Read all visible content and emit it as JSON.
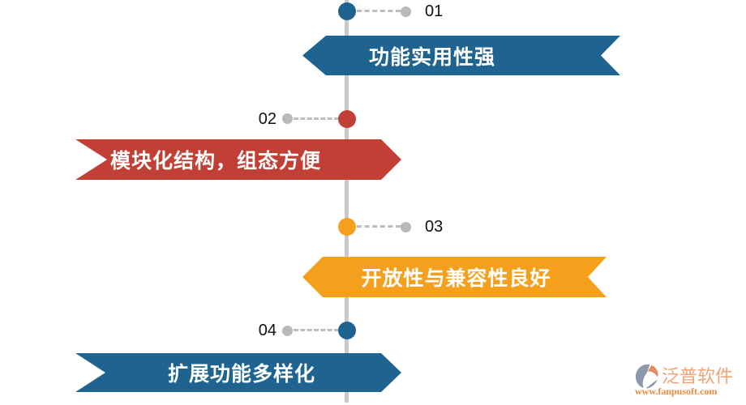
{
  "palette": {
    "blue": "#1f6391",
    "red": "#c13f35",
    "orange": "#f5a01d",
    "spine_gray": "#c9c9c9",
    "dot_gray": "#b9b9b9",
    "banner_text": "#ffffff",
    "number_text": "#111111"
  },
  "timeline": {
    "items": [
      {
        "number": "01",
        "label": "功能实用性强",
        "side": "right",
        "color": "#1f6391"
      },
      {
        "number": "02",
        "label": "模块化结构，组态方便",
        "side": "left",
        "color": "#c13f35"
      },
      {
        "number": "03",
        "label": "开放性与兼容性良好",
        "side": "right",
        "color": "#f5a01d"
      },
      {
        "number": "04",
        "label": "扩展功能多样化",
        "side": "left",
        "color": "#1f6391"
      }
    ]
  },
  "watermark": {
    "brand": "泛普软件",
    "url": "www.fanpusoft.com",
    "icon": "fanpu-swirl-logo-icon",
    "brand_color": "#f0a377",
    "url_color": "#ed8a3d",
    "icon_gray": "#8c99ad",
    "icon_orange": "#e18d62"
  }
}
